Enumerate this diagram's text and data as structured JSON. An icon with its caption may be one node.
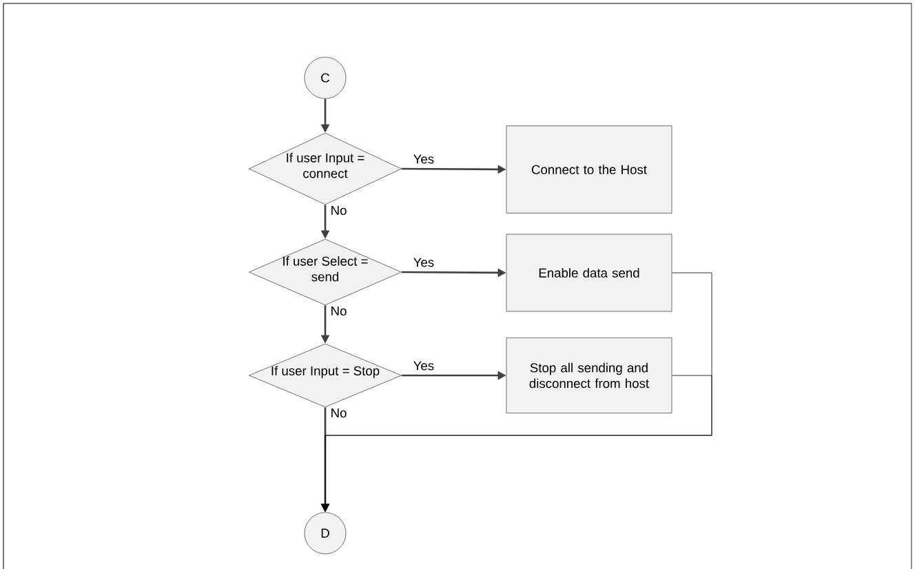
{
  "diagram": {
    "nodes": [
      {
        "text": [
          "C"
        ]
      },
      {
        "text": [
          "If user Input = connect"
        ]
      },
      {
        "text": [
          "Connect to the Host"
        ]
      },
      {
        "text": [
          "If user Select = send"
        ]
      },
      {
        "text": [
          "Enable data send"
        ]
      },
      {
        "text": [
          "If user Input = Stop"
        ]
      },
      {
        "text": [
          "Stop all sending and disconnect from host"
        ]
      },
      {
        "text": [
          "D"
        ]
      }
    ],
    "edges": [
      {
        "from": 0,
        "to": 1,
        "arrow": "to"
      },
      {
        "from": 1,
        "to": 2,
        "arrow": "to",
        "label": "Yes"
      },
      {
        "from": 1,
        "to": 3,
        "arrow": "to",
        "label": "No"
      },
      {
        "from": 3,
        "to": 4,
        "arrow": "to",
        "label": "Yes"
      },
      {
        "from": 3,
        "to": 5,
        "arrow": "to",
        "label": "No"
      },
      {
        "from": 5,
        "to": 6,
        "arrow": "to",
        "label": "Yes"
      },
      {
        "from": 5,
        "to": 7,
        "arrow": "to",
        "label": "No"
      },
      {
        "from": 4,
        "to": 7,
        "arrow": "to",
        "color": "#000000"
      },
      {
        "from": 6,
        "to": 7,
        "arrow": "to",
        "color": "#000000"
      }
    ]
  }
}
